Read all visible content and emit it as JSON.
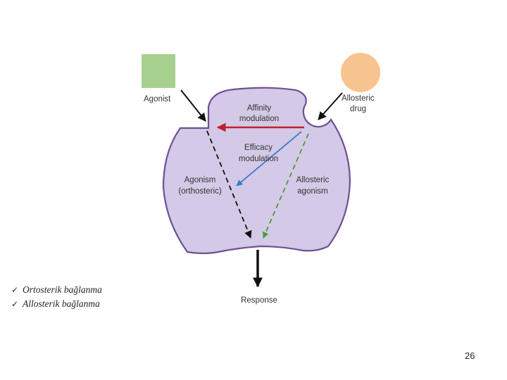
{
  "diagram": {
    "labels": {
      "agonist": "Agonist",
      "allosteric_drug_line1": "Allosteric",
      "allosteric_drug_line2": "drug",
      "affinity_line1": "Affinity",
      "affinity_line2": "modulation",
      "efficacy_line1": "Efficacy",
      "efficacy_line2": "modulation",
      "agonism_line1": "Agonism",
      "agonism_line2": "(orthosteric)",
      "allosteric_agonism_line1": "Allosteric",
      "allosteric_agonism_line2": "agonism",
      "response": "Response"
    },
    "colors": {
      "receptor_fill": "#d4c9e6",
      "receptor_stroke": "#6f4f95",
      "agonist_fill": "#a6d08e",
      "drug_fill": "#f7c38f",
      "affinity_arrow": "#c0202e",
      "efficacy_arrow": "#3a7ccb",
      "allosteric_arrow": "#4b9a3c",
      "black_arrow": "#111111"
    }
  },
  "bullets": [
    {
      "icon": "check-icon",
      "text": "Ortosterik bağlanma"
    },
    {
      "icon": "check-icon",
      "text": "Allosterik bağlanma"
    }
  ],
  "page_number": "26"
}
